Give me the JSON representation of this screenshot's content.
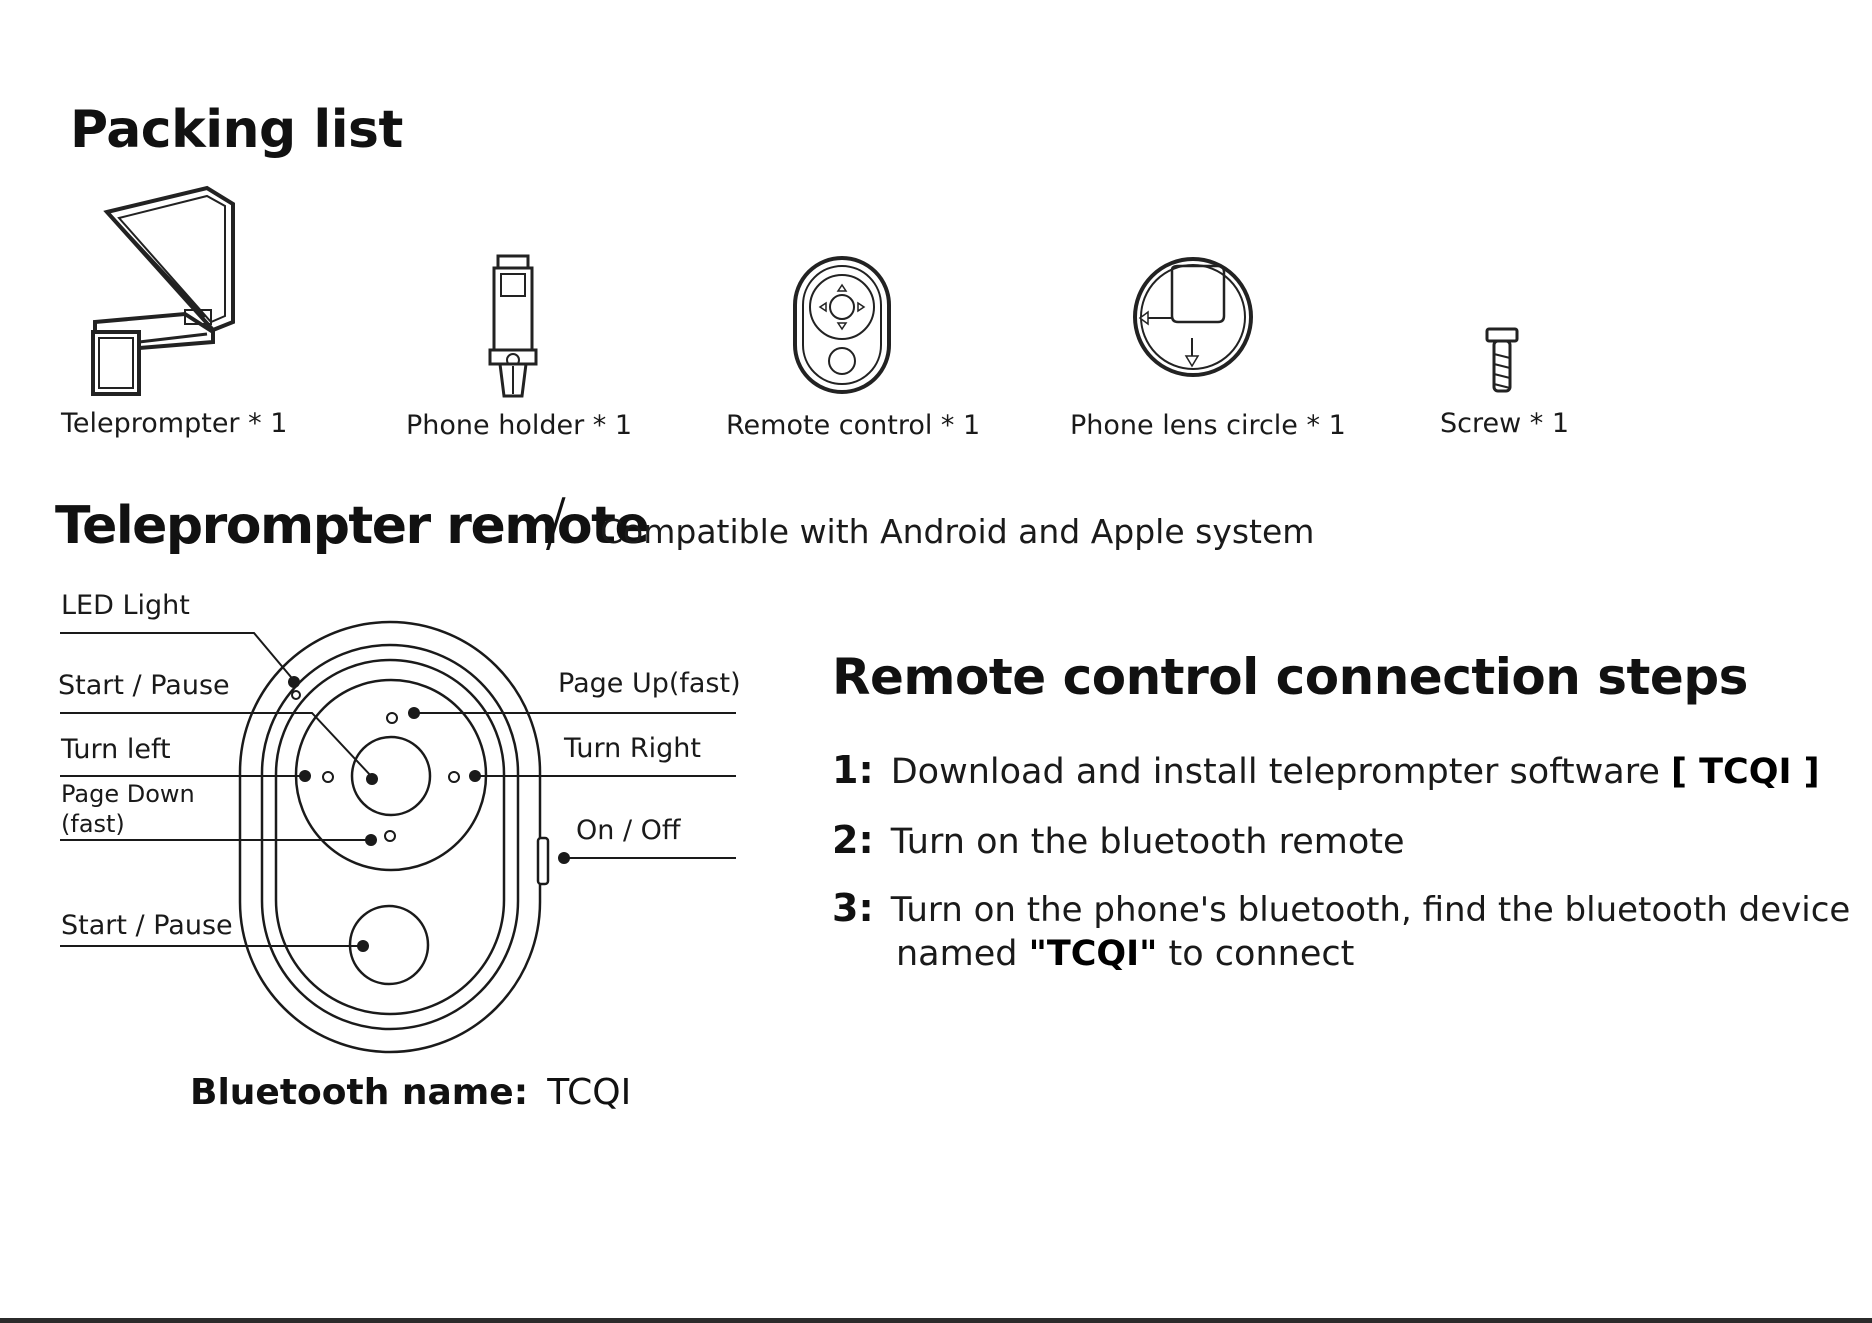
{
  "packing": {
    "title": "Packing list",
    "items": [
      {
        "icon": "teleprompter-icon",
        "label": "Teleprompter * 1"
      },
      {
        "icon": "phone-holder-icon",
        "label": "Phone holder * 1"
      },
      {
        "icon": "remote-control-icon",
        "label": "Remote control * 1"
      },
      {
        "icon": "phone-lens-circle-icon",
        "label": "Phone lens circle * 1"
      },
      {
        "icon": "screw-icon",
        "label": "Screw * 1"
      }
    ]
  },
  "remote": {
    "title": "Teleprompter remote",
    "slash": "/",
    "subtitle": "Compatible with Android and Apple system",
    "labels": {
      "led": "LED Light",
      "start_pause_top": "Start / Pause",
      "turn_left": "Turn left",
      "page_down_1": "Page Down",
      "page_down_2": "(fast)",
      "start_pause_bottom": "Start / Pause",
      "page_up": "Page Up(fast)",
      "turn_right": "Turn Right",
      "on_off": "On / Off"
    },
    "bluetooth_label": "Bluetooth name:",
    "bluetooth_value": "TCQI"
  },
  "steps": {
    "title": "Remote control connection steps",
    "items": [
      {
        "num": "1:",
        "text": "Download and install teleprompter software ",
        "bold": "[ TCQI ]"
      },
      {
        "num": "2:",
        "text": "Turn on the bluetooth remote"
      },
      {
        "num": "3:",
        "text": "Turn on the phone's bluetooth, find the bluetooth device",
        "line2_pre": "named ",
        "line2_bold": "\"TCQI\"",
        "line2_post": " to connect"
      }
    ]
  }
}
